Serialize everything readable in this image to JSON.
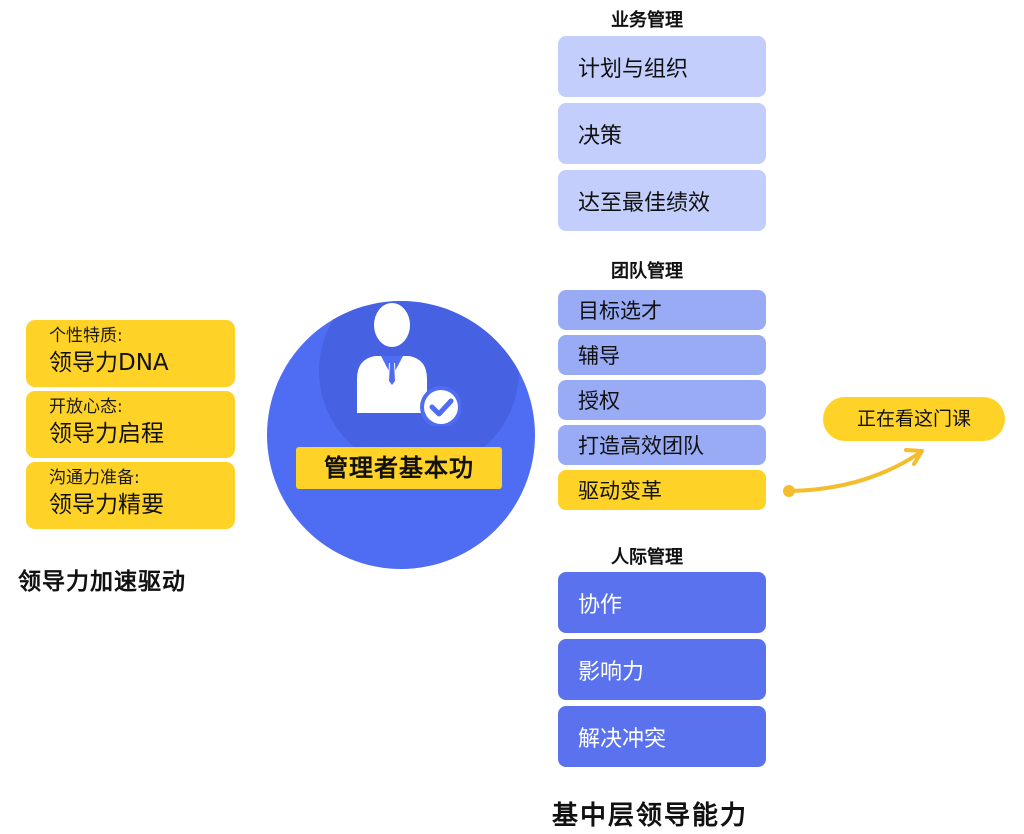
{
  "left": {
    "cards": [
      {
        "line1": "个性特质:",
        "line2": "领导力DNA"
      },
      {
        "line1": "开放心态:",
        "line2": "领导力启程"
      },
      {
        "line1": "沟通力准备:",
        "line2": "领导力精要"
      }
    ],
    "caption": "领导力加速驱动"
  },
  "center": {
    "label": "管理者基本功",
    "icon": "manager-check-icon"
  },
  "right": {
    "business": {
      "title": "业务管理",
      "items": [
        "计划与组织",
        "决策",
        "达至最佳绩效"
      ]
    },
    "team": {
      "title": "团队管理",
      "items": [
        "目标选才",
        "辅导",
        "授权",
        "打造高效团队",
        "驱动变革"
      ]
    },
    "interpersonal": {
      "title": "人际管理",
      "items": [
        "协作",
        "影响力",
        "解决冲突"
      ]
    },
    "caption": "基中层领导能力"
  },
  "current": {
    "label": "正在看这门课"
  },
  "colors": {
    "yellow": "#ffd227",
    "circle_blue": "#4f6df2",
    "business_item": "#c3cefc",
    "team_item": "#9aabf6",
    "interpersonal_item": "#5a72ee",
    "arrow": "#f4bd2c"
  }
}
